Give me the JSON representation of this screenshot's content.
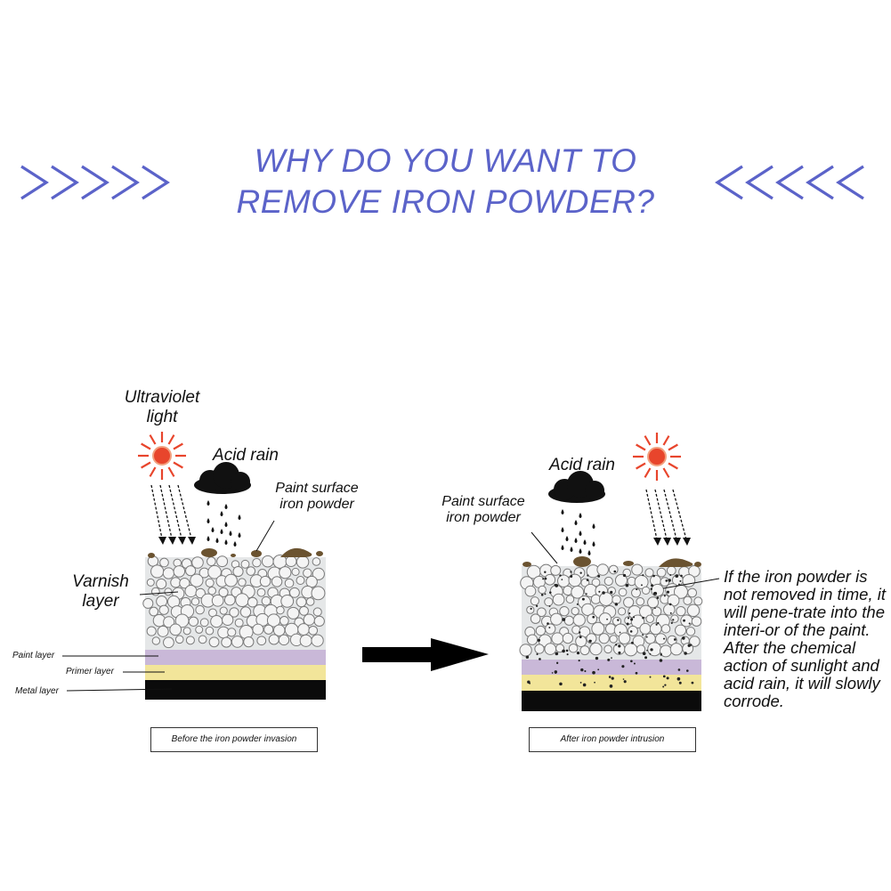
{
  "title": {
    "line1": "WHY DO YOU WANT TO",
    "line2": "REMOVE IRON POWDER?",
    "color": "#5b63c9"
  },
  "decor": {
    "left_chevrons_icon": "chevrons-right-icon",
    "right_chevrons_icon": "chevrons-left-icon"
  },
  "before": {
    "uv_label_1": "Ultraviolet",
    "uv_label_2": "light",
    "acid_rain_label": "Acid rain",
    "iron_label_1": "Paint surface",
    "iron_label_2": "iron powder",
    "varnish_label_1": "Varnish",
    "varnish_label_2": "layer",
    "paint_layer_label": "Paint layer",
    "primer_layer_label": "Primer layer",
    "metal_layer_label": "Metal layer",
    "caption": "Before the iron powder invasion"
  },
  "after": {
    "acid_rain_label": "Acid rain",
    "iron_label_1": "Paint surface",
    "iron_label_2": "iron powder",
    "caption": "After iron powder intrusion",
    "explanation": "If the iron powder is not removed in time, it will pene-trate into the interi-or of the paint. After the chemical action of sunlight and acid rain, it will slowly corrode."
  },
  "colors": {
    "paint_layer": "#c9b8d8",
    "primer_layer": "#f2e59a",
    "metal_layer": "#0b0b0b",
    "iron_powder": "#6b5330",
    "sun": "#e8452c",
    "cloud": "#111111"
  }
}
